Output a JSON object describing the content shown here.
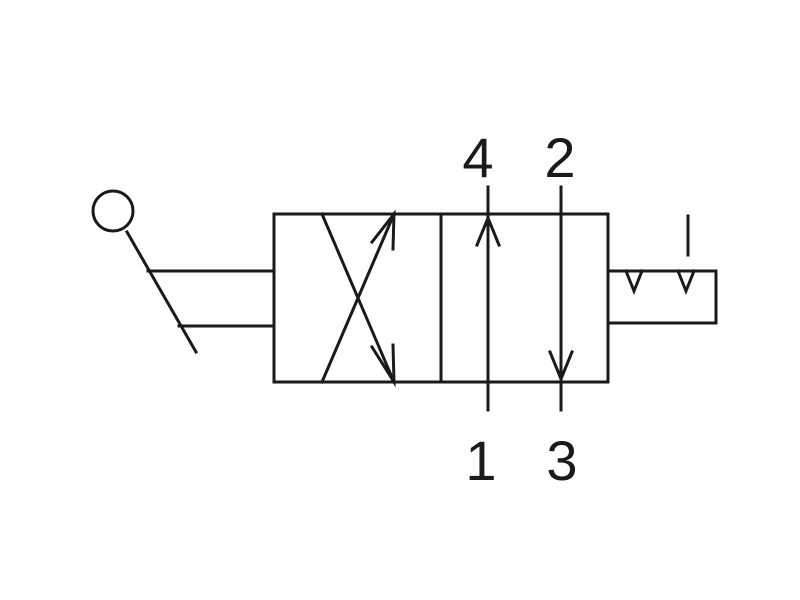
{
  "diagram": {
    "ports": {
      "top_left": "4",
      "top_right": "2",
      "bottom_left": "1",
      "bottom_right": "3"
    }
  }
}
